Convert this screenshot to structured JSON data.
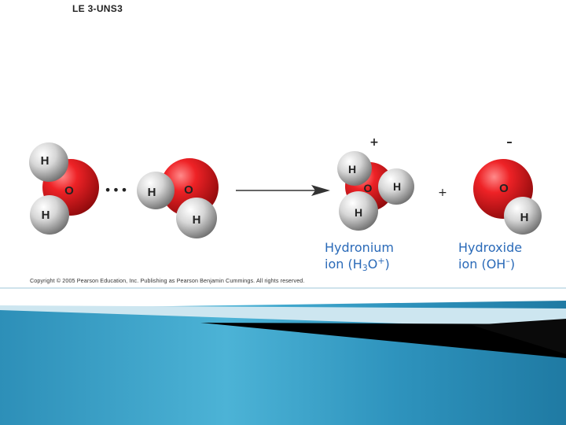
{
  "title": "LE 3-UNS3",
  "atoms": {
    "oxygen": "O",
    "hydrogen": "H"
  },
  "dots": "•••",
  "signs": {
    "plus": "+",
    "minus": "–",
    "positive_charge": "+"
  },
  "labels": {
    "hydronium": {
      "line1": "Hydronium",
      "line2_prefix": "ion (H",
      "sub": "3",
      "mid": "O",
      "sup": "+",
      "suffix": ")"
    },
    "hydroxide": {
      "line1": "Hydroxide",
      "line2_prefix": "ion (OH",
      "sup": "–",
      "suffix": ")"
    }
  },
  "copyright": "Copyright © 2005 Pearson Education, Inc. Publishing as Pearson Benjamin Cummings. All rights reserved.",
  "colors": {
    "oxygen": "#e0191e",
    "hydrogen": "#d8d8d8",
    "label": "#2a6ab8",
    "footer_band": "#3aa0c8",
    "footer_dark": "#000000"
  }
}
